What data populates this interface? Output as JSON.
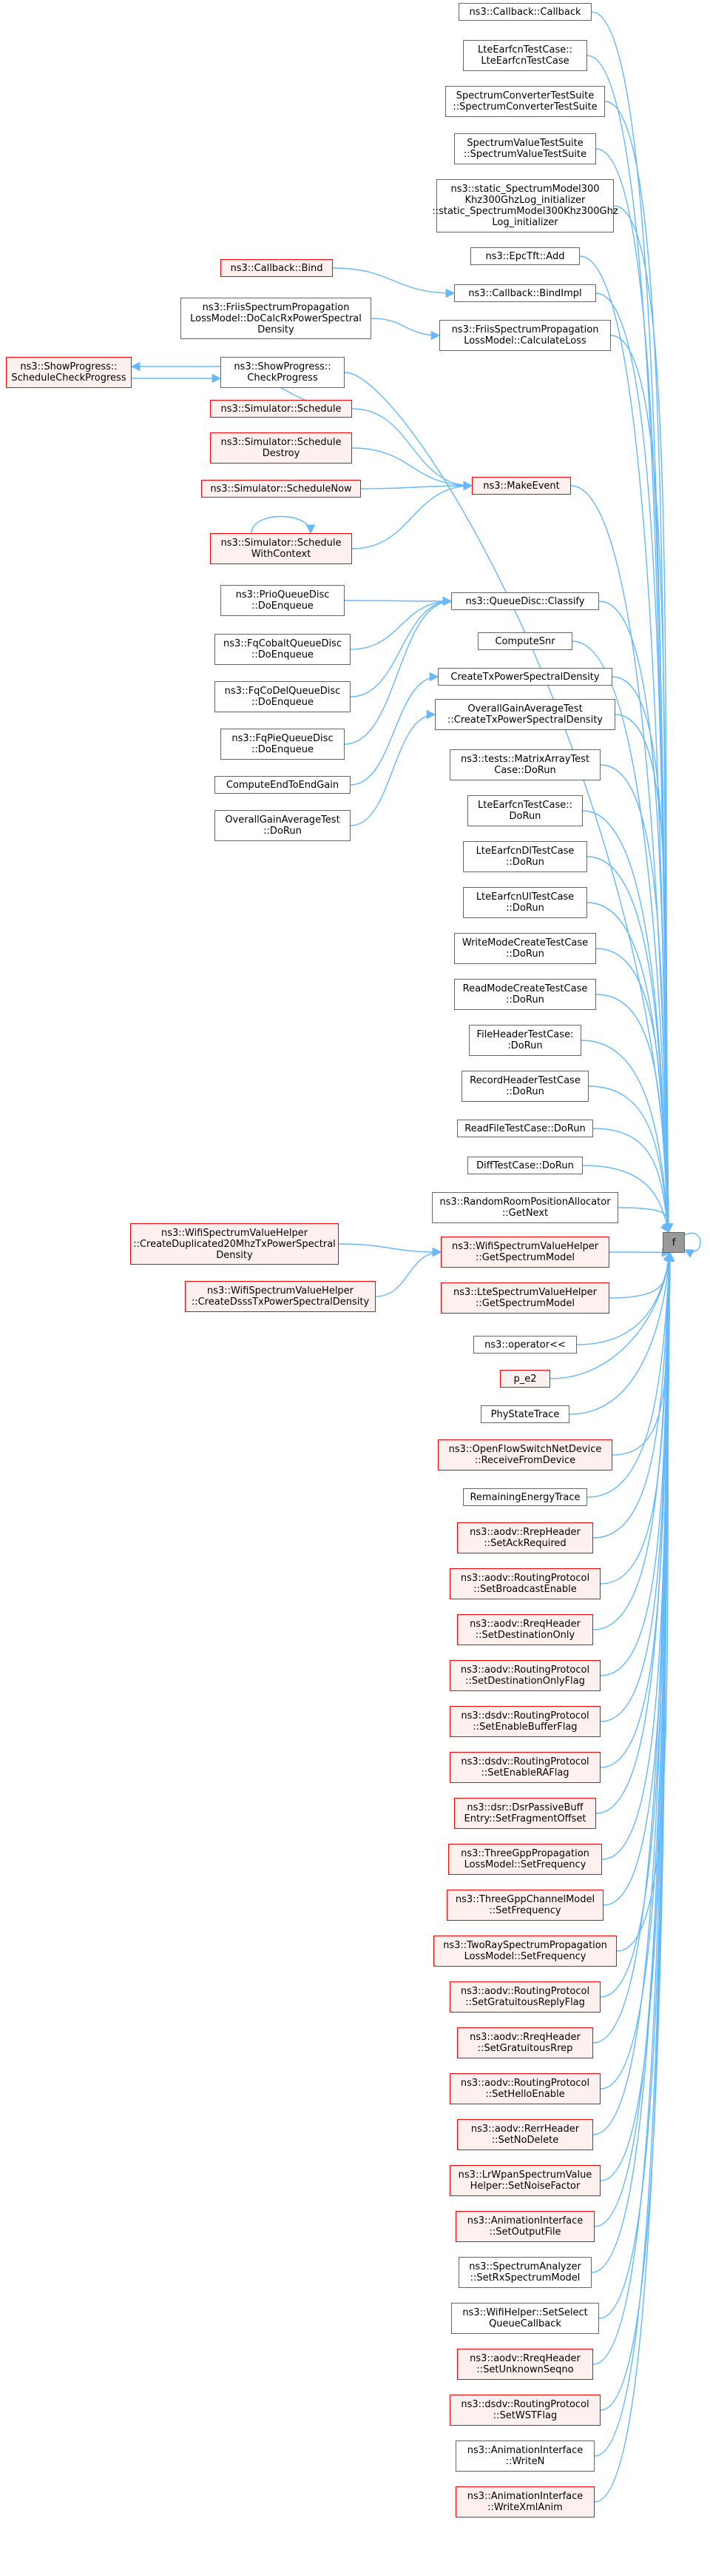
{
  "graph": {
    "colors": {
      "edge": "#63b8ff",
      "node_border": "#666666",
      "red_border": "#ff0000",
      "red_fill": "#fff0f0",
      "focus_fill": "#999999"
    },
    "focus": {
      "id": "f",
      "label": "f"
    },
    "nodes": [
      {
        "id": "callback",
        "label": "ns3::Callback::Callback",
        "red": false
      },
      {
        "id": "earfcn",
        "label": "LteEarfcnTestCase::\nLteEarfcnTestCase",
        "red": false
      },
      {
        "id": "specconv",
        "label": "SpectrumConverterTestSuite\n::SpectrumConverterTestSuite",
        "red": false
      },
      {
        "id": "specval",
        "label": "SpectrumValueTestSuite\n::SpectrumValueTestSuite",
        "red": false
      },
      {
        "id": "static300",
        "label": "ns3::static_SpectrumModel300\nKhz300GhzLog_initializer\n::static_SpectrumModel300Khz300Ghz\nLog_initializer",
        "red": false
      },
      {
        "id": "epctft",
        "label": "ns3::EpcTft::Add",
        "red": false
      },
      {
        "id": "cbbind",
        "label": "ns3::Callback::Bind",
        "red": true
      },
      {
        "id": "bindimpl",
        "label": "ns3::Callback::BindImpl",
        "red": false
      },
      {
        "id": "friisdocalc",
        "label": "ns3::FriisSpectrumPropagation\nLossModel::DoCalcRxPowerSpectral\nDensity",
        "red": false
      },
      {
        "id": "friiscalc",
        "label": "ns3::FriisSpectrumPropagation\nLossModel::CalculateLoss",
        "red": false
      },
      {
        "id": "showsched",
        "label": "ns3::ShowProgress::\nScheduleCheckProgress",
        "red": true
      },
      {
        "id": "showcheck",
        "label": "ns3::ShowProgress::\nCheckProgress",
        "red": false
      },
      {
        "id": "simsched",
        "label": "ns3::Simulator::Schedule",
        "red": true
      },
      {
        "id": "simdestroy",
        "label": "ns3::Simulator::Schedule\nDestroy",
        "red": true
      },
      {
        "id": "simnow",
        "label": "ns3::Simulator::ScheduleNow",
        "red": true
      },
      {
        "id": "makeevent",
        "label": "ns3::MakeEvent",
        "red": true
      },
      {
        "id": "simctx",
        "label": "ns3::Simulator::Schedule\nWithContext",
        "red": true
      },
      {
        "id": "prio",
        "label": "ns3::PrioQueueDisc\n::DoEnqueue",
        "red": false
      },
      {
        "id": "classify",
        "label": "ns3::QueueDisc::Classify",
        "red": false
      },
      {
        "id": "fqcobalt",
        "label": "ns3::FqCobaltQueueDisc\n::DoEnqueue",
        "red": false
      },
      {
        "id": "computesnr",
        "label": "ComputeSnr",
        "red": false
      },
      {
        "id": "createtx",
        "label": "CreateTxPowerSpectralDensity",
        "red": false
      },
      {
        "id": "fqcodel",
        "label": "ns3::FqCoDelQueueDisc\n::DoEnqueue",
        "red": false
      },
      {
        "id": "ogacreate",
        "label": "OverallGainAverageTest\n::CreateTxPowerSpectralDensity",
        "red": false
      },
      {
        "id": "fqpie",
        "label": "ns3::FqPieQueueDisc\n::DoEnqueue",
        "red": false
      },
      {
        "id": "matrix",
        "label": "ns3::tests::MatrixArrayTest\nCase::DoRun",
        "red": false
      },
      {
        "id": "computeend",
        "label": "ComputeEndToEndGain",
        "red": false
      },
      {
        "id": "ogadorun",
        "label": "OverallGainAverageTest\n::DoRun",
        "red": false
      },
      {
        "id": "earfcndorun",
        "label": "LteEarfcnTestCase::\nDoRun",
        "red": false
      },
      {
        "id": "earfcndl",
        "label": "LteEarfcnDlTestCase\n::DoRun",
        "red": false
      },
      {
        "id": "earfcnul",
        "label": "LteEarfcnUlTestCase\n::DoRun",
        "red": false
      },
      {
        "id": "writemode",
        "label": "WriteModeCreateTestCase\n::DoRun",
        "red": false
      },
      {
        "id": "readmode",
        "label": "ReadModeCreateTestCase\n::DoRun",
        "red": false
      },
      {
        "id": "fileheader",
        "label": "FileHeaderTestCase:\n:DoRun",
        "red": false
      },
      {
        "id": "recordheader",
        "label": "RecordHeaderTestCase\n::DoRun",
        "red": false
      },
      {
        "id": "readfile",
        "label": "ReadFileTestCase::DoRun",
        "red": false
      },
      {
        "id": "difftest",
        "label": "DiffTestCase::DoRun",
        "red": false
      },
      {
        "id": "randomroom",
        "label": "ns3::RandomRoomPositionAllocator\n::GetNext",
        "red": false
      },
      {
        "id": "wifidup",
        "label": "ns3::WifiSpectrumValueHelper\n::CreateDuplicated20MhzTxPowerSpectral\nDensity",
        "red": true
      },
      {
        "id": "wifiget",
        "label": "ns3::WifiSpectrumValueHelper\n::GetSpectrumModel",
        "red": true
      },
      {
        "id": "wifidsss",
        "label": "ns3::WifiSpectrumValueHelper\n::CreateDsssTxPowerSpectralDensity",
        "red": true
      },
      {
        "id": "lteget",
        "label": "ns3::LteSpectrumValueHelper\n::GetSpectrumModel",
        "red": true
      },
      {
        "id": "operator",
        "label": "ns3::operator<<",
        "red": false
      },
      {
        "id": "pe2",
        "label": "p_e2",
        "red": true
      },
      {
        "id": "phystate",
        "label": "PhyStateTrace",
        "red": false
      },
      {
        "id": "openflow",
        "label": "ns3::OpenFlowSwitchNetDevice\n::ReceiveFromDevice",
        "red": true
      },
      {
        "id": "remaining",
        "label": "RemainingEnergyTrace",
        "red": false
      },
      {
        "id": "aodvrrepack",
        "label": "ns3::aodv::RrepHeader\n::SetAckRequired",
        "red": true
      },
      {
        "id": "aodvbcast",
        "label": "ns3::aodv::RoutingProtocol\n::SetBroadcastEnable",
        "red": true
      },
      {
        "id": "aodvrreqdest",
        "label": "ns3::aodv::RreqHeader\n::SetDestinationOnly",
        "red": true
      },
      {
        "id": "aodvdestflag",
        "label": "ns3::aodv::RoutingProtocol\n::SetDestinationOnlyFlag",
        "red": true
      },
      {
        "id": "dsdvbuffer",
        "label": "ns3::dsdv::RoutingProtocol\n::SetEnableBufferFlag",
        "red": true
      },
      {
        "id": "dsdvra",
        "label": "ns3::dsdv::RoutingProtocol\n::SetEnableRAFlag",
        "red": true
      },
      {
        "id": "dsrpassive",
        "label": "ns3::dsr::DsrPassiveBuff\nEntry::SetFragmentOffset",
        "red": true
      },
      {
        "id": "threegppprop",
        "label": "ns3::ThreeGppPropagation\nLossModel::SetFrequency",
        "red": true
      },
      {
        "id": "threegppchan",
        "label": "ns3::ThreeGppChannelModel\n::SetFrequency",
        "red": true
      },
      {
        "id": "tworay",
        "label": "ns3::TwoRaySpectrumPropagation\nLossModel::SetFrequency",
        "red": true
      },
      {
        "id": "aodvgrat",
        "label": "ns3::aodv::RoutingProtocol\n::SetGratuitousReplyFlag",
        "red": true
      },
      {
        "id": "aodvrreqgrat",
        "label": "ns3::aodv::RreqHeader\n::SetGratuitousRrep",
        "red": true
      },
      {
        "id": "aodvhello",
        "label": "ns3::aodv::RoutingProtocol\n::SetHelloEnable",
        "red": true
      },
      {
        "id": "aodvrerr",
        "label": "ns3::aodv::RerrHeader\n::SetNoDelete",
        "red": true
      },
      {
        "id": "lrwpan",
        "label": "ns3::LrWpanSpectrumValue\nHelper::SetNoiseFactor",
        "red": true
      },
      {
        "id": "animoutput",
        "label": "ns3::AnimationInterface\n::SetOutputFile",
        "red": true
      },
      {
        "id": "specanalyzer",
        "label": "ns3::SpectrumAnalyzer\n::SetRxSpectrumModel",
        "red": false
      },
      {
        "id": "wifihelper",
        "label": "ns3::WifiHelper::SetSelect\nQueueCallback",
        "red": false
      },
      {
        "id": "aodvunknown",
        "label": "ns3::aodv::RreqHeader\n::SetUnknownSeqno",
        "red": true
      },
      {
        "id": "dsdvwst",
        "label": "ns3::dsdv::RoutingProtocol\n::SetWSTFlag",
        "red": true
      },
      {
        "id": "animwriten",
        "label": "ns3::AnimationInterface\n::WriteN",
        "red": false
      },
      {
        "id": "animxml",
        "label": "ns3::AnimationInterface\n::WriteXmlAnim",
        "red": true
      }
    ]
  }
}
